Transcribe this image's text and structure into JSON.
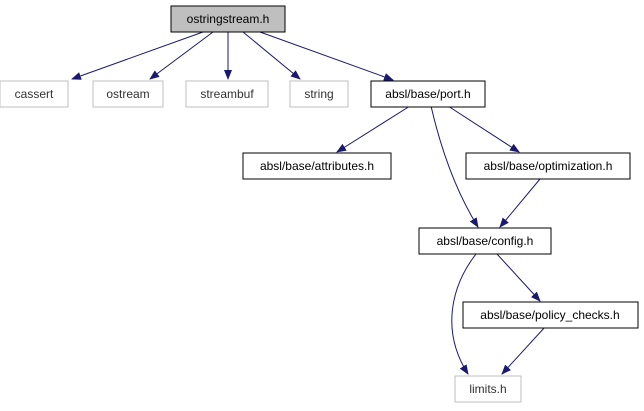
{
  "graph": {
    "nodes": {
      "ostringstream": {
        "label": "ostringstream.h",
        "highlighted": true
      },
      "cassert": {
        "label": "cassert",
        "external": true
      },
      "ostream": {
        "label": "ostream",
        "external": true
      },
      "streambuf": {
        "label": "streambuf",
        "external": true
      },
      "string": {
        "label": "string",
        "external": true
      },
      "port": {
        "label": "absl/base/port.h"
      },
      "attributes": {
        "label": "absl/base/attributes.h"
      },
      "optimization": {
        "label": "absl/base/optimization.h"
      },
      "config": {
        "label": "absl/base/config.h"
      },
      "policy_checks": {
        "label": "absl/base/policy_checks.h"
      },
      "limits": {
        "label": "limits.h",
        "external": true
      }
    },
    "edges": [
      [
        "ostringstream",
        "cassert"
      ],
      [
        "ostringstream",
        "ostream"
      ],
      [
        "ostringstream",
        "streambuf"
      ],
      [
        "ostringstream",
        "string"
      ],
      [
        "ostringstream",
        "port"
      ],
      [
        "port",
        "attributes"
      ],
      [
        "port",
        "optimization"
      ],
      [
        "port",
        "config"
      ],
      [
        "optimization",
        "config"
      ],
      [
        "config",
        "policy_checks"
      ],
      [
        "config",
        "limits"
      ],
      [
        "policy_checks",
        "limits"
      ]
    ],
    "colors": {
      "edge": "#191970",
      "node_border": "#000000",
      "external_border": "#bfbfbf",
      "external_text": "#333333",
      "highlight_fill": "#bfbfbf",
      "text": "#000000"
    }
  }
}
